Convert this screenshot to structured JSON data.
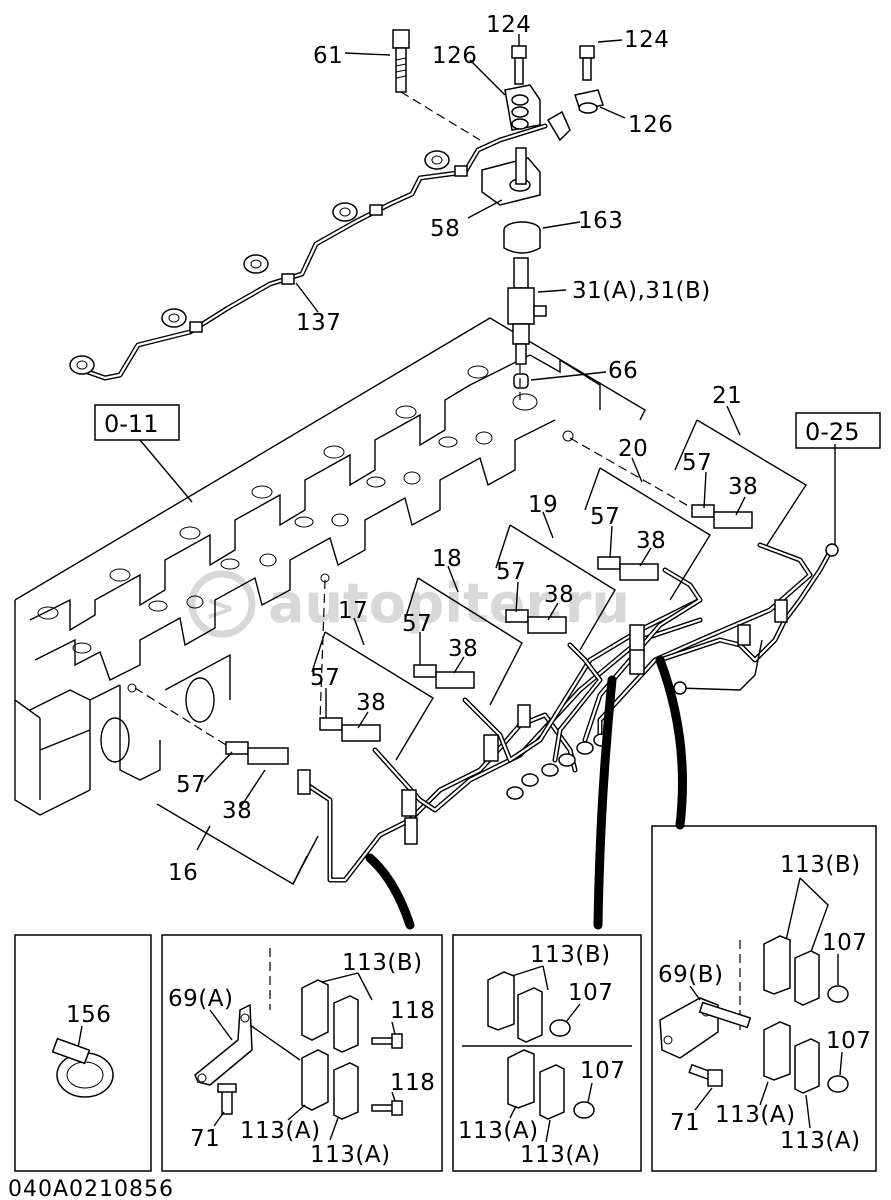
{
  "watermark": "autopiter.ru",
  "drawing_code": "040A0210856",
  "refs": {
    "r0_11": "0-11",
    "r0_25": "0-25"
  },
  "labels": {
    "p61": "61",
    "p124a": "124",
    "p124b": "124",
    "p126a": "126",
    "p126b": "126",
    "p58": "58",
    "p163": "163",
    "p31": "31(A),31(B)",
    "p137": "137",
    "p66": "66",
    "p21": "21",
    "p20": "20",
    "p19": "19",
    "p18": "18",
    "p17": "17",
    "p16": "16",
    "p57_21": "57",
    "p38_21": "38",
    "p57_20": "57",
    "p38_20": "38",
    "p57_19": "57",
    "p38_19": "38",
    "p57_18": "57",
    "p38_18": "38",
    "p57_17": "57",
    "p38_17": "38",
    "p57_16": "57",
    "p38_16": "38"
  },
  "detail_boxes": {
    "box1": {
      "p156": "156"
    },
    "box2": {
      "p113b": "113(B)",
      "p69a": "69(A)",
      "p118a": "118",
      "p118b": "118",
      "p71": "71",
      "p113a1": "113(A)",
      "p113a2": "113(A)"
    },
    "box3": {
      "p113b": "113(B)",
      "p107a": "107",
      "p107b": "107",
      "p113a1": "113(A)",
      "p113a2": "113(A)"
    },
    "box4": {
      "p113b": "113(B)",
      "p107a": "107",
      "p107b": "107",
      "p69b": "69(B)",
      "p71": "71",
      "p113a1": "113(A)",
      "p113a2": "113(A)"
    }
  }
}
